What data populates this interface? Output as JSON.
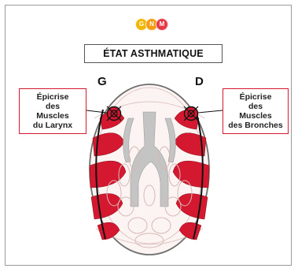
{
  "logo": {
    "letters": [
      "G",
      "N",
      "M"
    ],
    "colors": [
      "#f2b705",
      "#f39c12",
      "#e63946"
    ]
  },
  "title": "ÉTAT ASTHMATIQUE",
  "side_left": "G",
  "side_right": "D",
  "callout_left": {
    "lines": [
      "Épicrise",
      "des",
      "Muscles",
      "du Larynx"
    ]
  },
  "callout_right": {
    "lines": [
      "Épicrise",
      "des",
      "Muscles",
      "des Bronches"
    ]
  },
  "colors": {
    "accent": "#d4182f",
    "lung_gray": "#c4c4c4",
    "border": "#555555"
  }
}
